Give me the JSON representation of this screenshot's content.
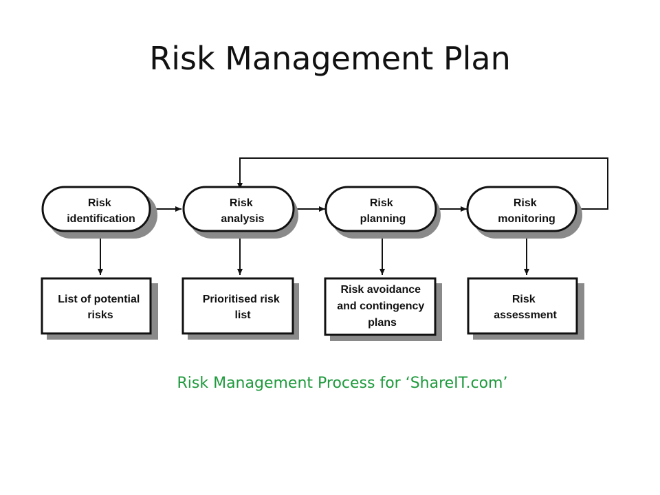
{
  "slide": {
    "title": "Risk Management Plan",
    "caption": "Risk Management Process for ‘ShareIT.com’"
  },
  "colors": {
    "caption": "#1e9a3c",
    "stroke": "#111111",
    "shadow": "#8a8a8a"
  },
  "process": [
    {
      "lines": [
        "Risk",
        "identification"
      ]
    },
    {
      "lines": [
        "Risk",
        "analysis"
      ]
    },
    {
      "lines": [
        "Risk",
        "planning"
      ]
    },
    {
      "lines": [
        "Risk",
        "monitoring"
      ]
    }
  ],
  "outputs": [
    {
      "lines": [
        "List of potential",
        "risks"
      ]
    },
    {
      "lines": [
        "Prioritised risk",
        "list"
      ]
    },
    {
      "lines": [
        "Risk avoidance",
        "and contingency",
        "plans"
      ]
    },
    {
      "lines": [
        "Risk",
        "assessment"
      ]
    }
  ]
}
